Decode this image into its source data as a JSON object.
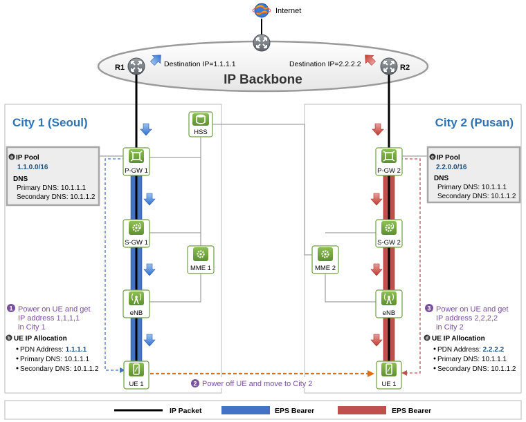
{
  "top": {
    "internet_label": "Internet",
    "backbone_label": "IP Backbone",
    "r1_label": "R1",
    "r2_label": "R2",
    "dest1_label": "Destination IP=1.1.1.1",
    "dest2_label": "Destination IP=2.2.2.2"
  },
  "city1": {
    "title": "City 1 (Seoul)",
    "pgw": "P-GW 1",
    "sgw": "S-GW 1",
    "mme": "MME 1",
    "enb": "eNB",
    "ue": "UE 1",
    "pool_marker": "a",
    "pool_title": "IP Pool",
    "pool_value": "1.1.0.0/16",
    "dns_title": "DNS",
    "dns_primary": "Primary DNS: 10.1.1.1",
    "dns_secondary": "Secondary DNS: 10.1.1.2",
    "step_marker": "1",
    "step_line1": "Power on UE and get",
    "step_line2": "IP address 1,1,1,1",
    "step_line3": "in City 1",
    "alloc_marker": "b",
    "alloc_title": "UE IP Allocation",
    "pdn_label": "PDN Address: ",
    "pdn_value": "1.1.1.1",
    "alloc_primary": "Primary DNS: 10.1.1.1",
    "alloc_secondary": "Secondary DNS: 10.1.1.2"
  },
  "city2": {
    "title": "City 2 (Pusan)",
    "pgw": "P-GW 2",
    "sgw": "S-GW 2",
    "mme": "MME 2",
    "enb": "eNB",
    "ue": "UE 1",
    "pool_marker": "c",
    "pool_title": "IP Pool",
    "pool_value": "2.2.0.0/16",
    "dns_title": "DNS",
    "dns_primary": "Primary DNS: 10.1.1.1",
    "dns_secondary": "Secondary DNS: 10.1.1.2",
    "step_marker": "3",
    "step_line1": "Power on UE and get",
    "step_line2": "IP address 2,2,2,2",
    "step_line3": "in City 2",
    "alloc_marker": "d",
    "alloc_title": "UE IP Allocation",
    "pdn_label": "PDN Address: ",
    "pdn_value": "2.2.2.2",
    "alloc_primary": "Primary DNS: 10.1.1.1",
    "alloc_secondary": "Secondary DNS: 10.1.1.2"
  },
  "hss_label": "HSS",
  "step2_marker": "2",
  "step2_text": "Power off UE and move to City 2",
  "legend": {
    "ip_packet": "IP Packet",
    "eps_bearer_blue": "EPS Bearer",
    "eps_bearer_red": "EPS Bearer"
  },
  "colors": {
    "node_fill": "#6c9f3a",
    "node_border": "#4f7a25",
    "blue_bearer": "#4472c4",
    "red_bearer": "#c0504d",
    "city_title": "#2e74b5",
    "step_text": "#7a4f9e",
    "pool_value": "#1f4e79",
    "orange_arrow": "#e46c0a"
  },
  "icons": {
    "internet": "globe-icon",
    "router": "router-icon",
    "pgw": "gateway-icon",
    "sgw": "gear-icon",
    "mme": "gear-icon",
    "hss": "database-icon",
    "enb": "antenna-icon",
    "ue": "phone-icon"
  }
}
